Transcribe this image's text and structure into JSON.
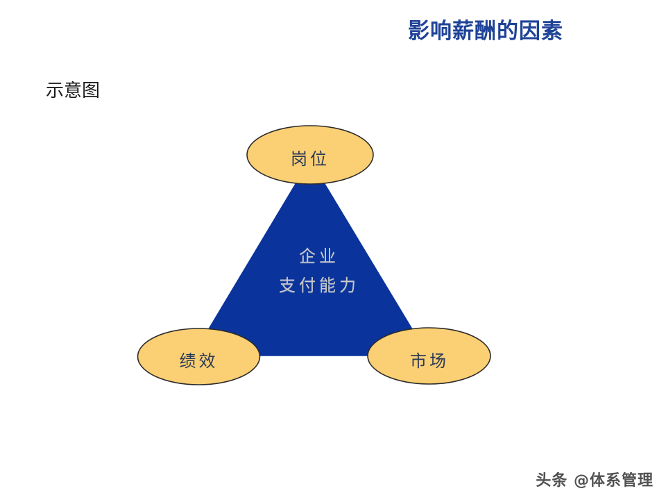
{
  "slide": {
    "title": "影响薪酬的因素",
    "subtitle": "示意图",
    "watermark": "头条 @体系管理"
  },
  "colors": {
    "title": "#1f4397",
    "triangle_fill": "#0a349b",
    "triangle_stroke": "#0a349b",
    "ellipse_fill": "#fbcf74",
    "ellipse_stroke": "#2b2b2b",
    "node_text": "#2b3a55",
    "center_text": "#c9c9c9",
    "background": "#ffffff"
  },
  "diagram": {
    "type": "triangle-with-nodes",
    "center": {
      "line1": "企业",
      "line2": "支付能力"
    },
    "nodes": [
      {
        "id": "top",
        "label": "岗位",
        "position": "top"
      },
      {
        "id": "left",
        "label": "绩效",
        "position": "bottom-left"
      },
      {
        "id": "right",
        "label": "市场",
        "position": "bottom-right"
      }
    ]
  }
}
